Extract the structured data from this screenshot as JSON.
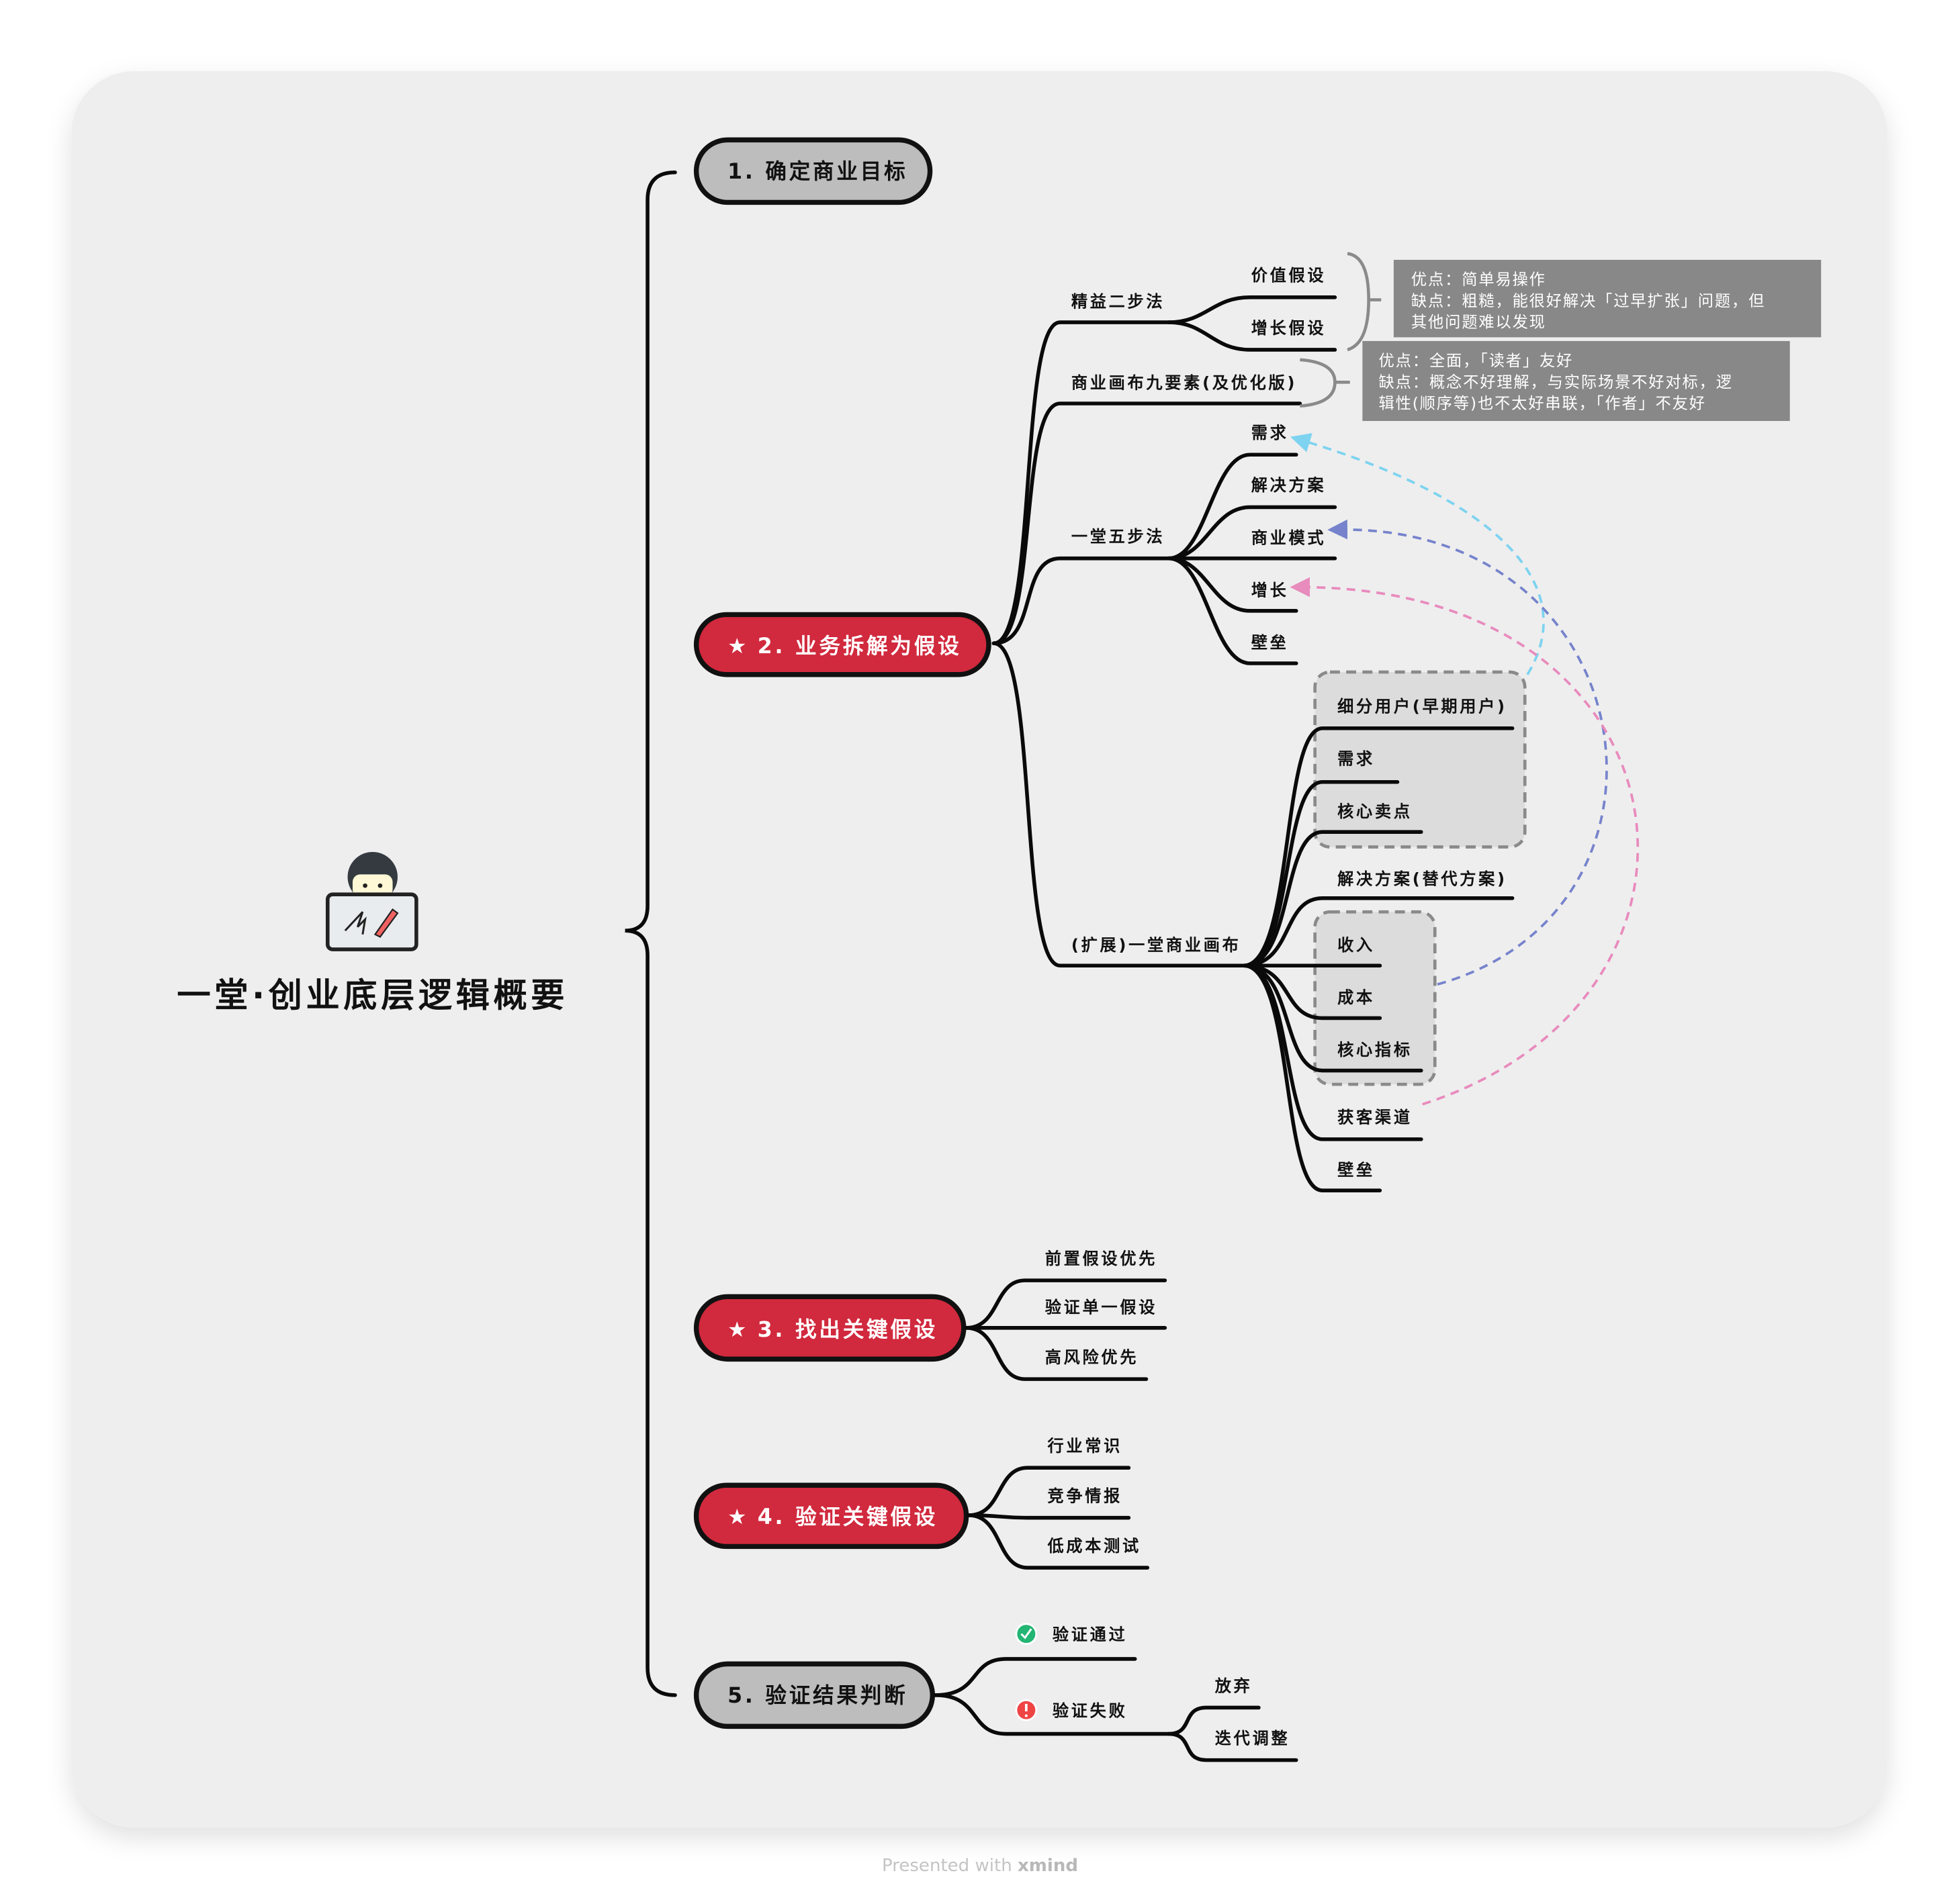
{
  "root": {
    "title": "一堂·创业底层逻辑概要",
    "icon": "person-laptop-drawing-icon"
  },
  "topics": [
    {
      "label": "1. 确定商业目标",
      "starred": false
    },
    {
      "label": "2. 业务拆解为假设",
      "starred": true,
      "children": [
        {
          "label": "精益二步法",
          "children": [
            {
              "label": "价值假设"
            },
            {
              "label": "增长假设"
            }
          ],
          "note": [
            "优点：简单易操作",
            "缺点：粗糙，能很好解决「过早扩张」问题，但",
            "其他问题难以发现"
          ]
        },
        {
          "label": "商业画布九要素(及优化版)",
          "note": [
            "优点：全面，「读者」友好",
            "缺点：概念不好理解，与实际场景不好对标，逻",
            "辑性(顺序等)也不太好串联，「作者」不友好"
          ]
        },
        {
          "label": "一堂五步法",
          "children": [
            {
              "label": "需求"
            },
            {
              "label": "解决方案"
            },
            {
              "label": "商业模式"
            },
            {
              "label": "增长"
            },
            {
              "label": "壁垒"
            }
          ]
        },
        {
          "label": "(扩展)一堂商业画布",
          "children": [
            {
              "label": "细分用户(早期用户)"
            },
            {
              "label": "需求"
            },
            {
              "label": "核心卖点"
            },
            {
              "label": "解决方案(替代方案)"
            },
            {
              "label": "收入"
            },
            {
              "label": "成本"
            },
            {
              "label": "核心指标"
            },
            {
              "label": "获客渠道"
            },
            {
              "label": "壁垒"
            }
          ]
        }
      ]
    },
    {
      "label": "3. 找出关键假设",
      "starred": true,
      "children": [
        {
          "label": "前置假设优先"
        },
        {
          "label": "验证单一假设"
        },
        {
          "label": "高风险优先"
        }
      ]
    },
    {
      "label": "4. 验证关键假设",
      "starred": true,
      "children": [
        {
          "label": "行业常识"
        },
        {
          "label": "竞争情报"
        },
        {
          "label": "低成本测试"
        }
      ]
    },
    {
      "label": "5. 验证结果判断",
      "starred": false,
      "children": [
        {
          "label": "验证通过",
          "icon": "check-circle-icon"
        },
        {
          "label": "验证失败",
          "icon": "exclamation-circle-icon",
          "children": [
            {
              "label": "放弃"
            },
            {
              "label": "迭代调整"
            }
          ]
        }
      ]
    }
  ],
  "footer": {
    "prefix": "Presented with",
    "brand": "xmind"
  },
  "colors": {
    "canvas": "#eeeeee",
    "red_topic": "#d1293d",
    "gray_topic": "#bdbdbd",
    "note_bg": "#888888",
    "arrow_cyan": "#7dd3f0",
    "arrow_blue": "#7683cc",
    "arrow_pink": "#e88bbd",
    "check": "#22b573",
    "error": "#ef4444"
  }
}
